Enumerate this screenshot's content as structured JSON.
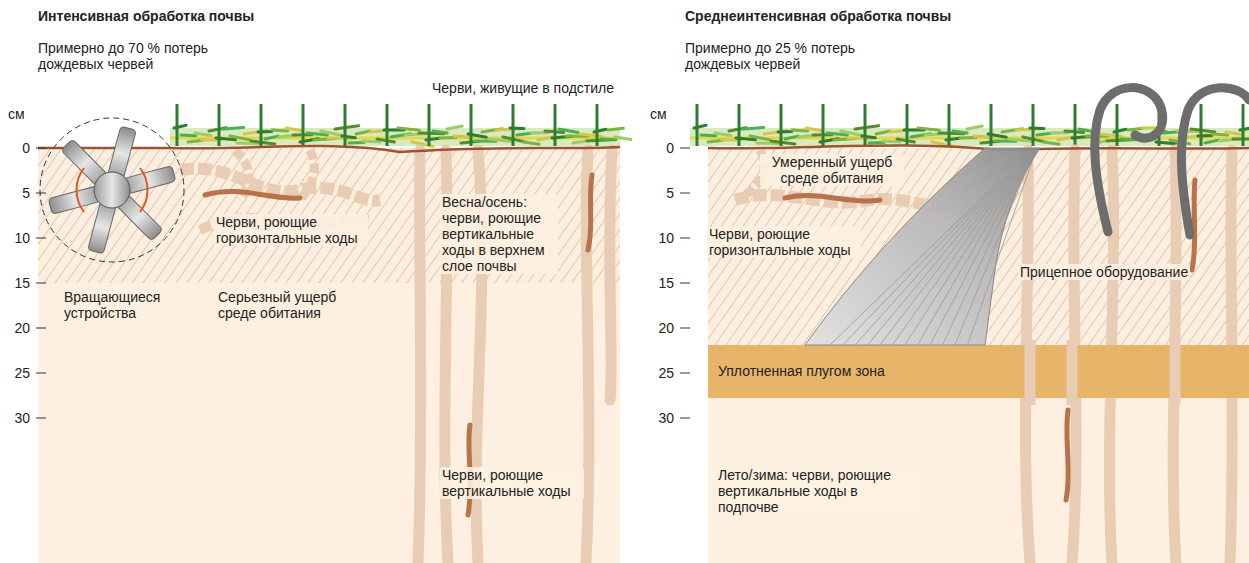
{
  "diagram": {
    "nodes": [
      {
        "text": [
          "Уплотненная плугом зона"
        ]
      }
    ],
    "labels": [
      "Интенсивная обработка почвы",
      "Примерно до 70 % потерь дождевых червей",
      "Черви, живущие в подстиле",
      "см",
      "0",
      "5",
      "10",
      "15",
      "20",
      "25",
      "30",
      "Черви, роющие горизонтальные ходы",
      "Весна/осень: черви, роющие вертикальные ходы в верхнем слое почвы",
      "Вращающиеся устройства",
      "Серьезный ущерб среде обитания",
      "Черви, роющие вертикальные ходы",
      "Среднеинтенсивная обработка почвы",
      "Примерно до 25 % потерь дождевых червей",
      "см",
      "0",
      "5",
      "10",
      "15",
      "20",
      "25",
      "30",
      "Умеренный ущерб среде обитания",
      "Черви, роющие горизонтальные ходы",
      "Прицепное оборудование",
      "Лето/зима: черви, роющие вертикальные ходы в подпочве"
    ]
  }
}
